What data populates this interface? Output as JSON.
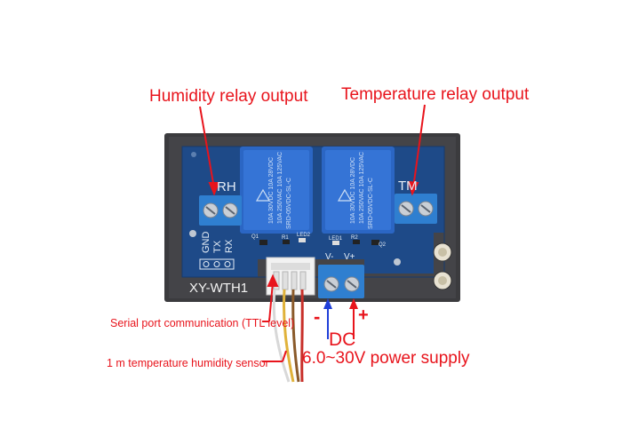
{
  "callouts": {
    "humidity": "Humidity relay output",
    "temperature": "Temperature relay output",
    "serial": "Serial port communication (TTL level)",
    "sensor": "1 m temperature humidity sensor",
    "dc": "DC",
    "power": "6.0~30V power supply",
    "minus": "-",
    "plus": "+"
  },
  "board": {
    "rh": "RH",
    "tm": "TM",
    "model": "XY-WTH1",
    "vminus": "V-",
    "vplus": "V+",
    "pins": [
      "GND",
      "TX",
      "RX"
    ],
    "q1": "Q1",
    "q2": "Q2",
    "r1": "R1",
    "r2": "R2",
    "led2": "LED2",
    "led1": "LED1"
  },
  "relay": {
    "model": "SRD-05VDC-SL-C",
    "rating1": "10A 250VAC  10A 125VAC",
    "rating2": "10A 30VDC  10A 28VDC"
  },
  "colors": {
    "callout": "#e8141c",
    "pcb": "#1e4a88",
    "relay": "#2b66c4",
    "terminal": "#2f7fd0",
    "housing": "#3b3b3e",
    "arrow_minus": "#1f3fd8",
    "arrow_plus": "#e8141c"
  }
}
